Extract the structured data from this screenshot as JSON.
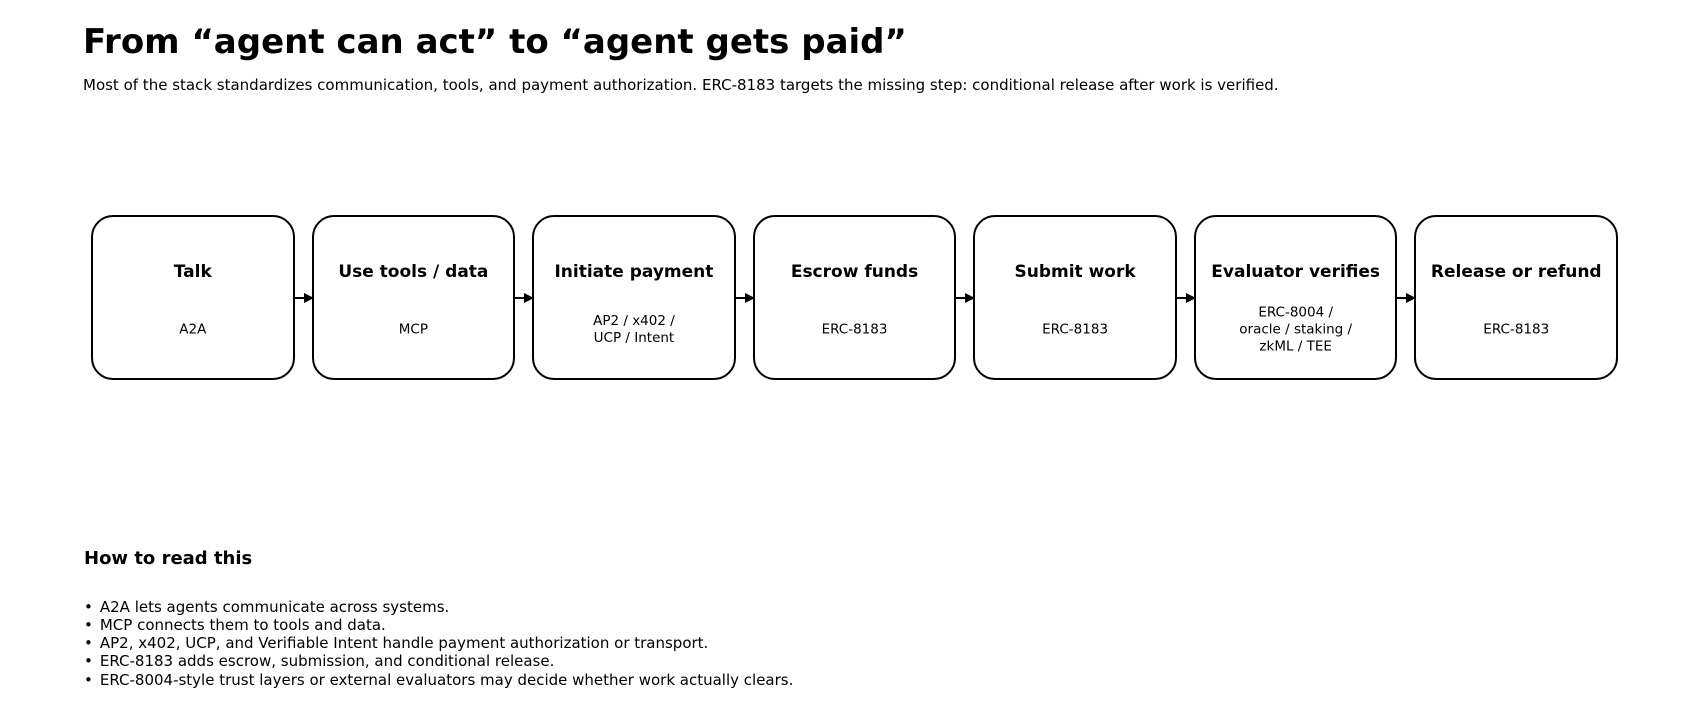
{
  "page": {
    "title": "From “agent can act” to “agent gets paid”",
    "subtitle": "Most of the stack standardizes communication, tools, and payment authorization. ERC-8183 targets the missing step: conditional release after work is verified."
  },
  "flow": {
    "steps": [
      {
        "label": "Talk",
        "detail": "A2A"
      },
      {
        "label": "Use tools / data",
        "detail": "MCP"
      },
      {
        "label": "Initiate payment",
        "detail": "AP2 / x402 /\nUCP / Intent"
      },
      {
        "label": "Escrow funds",
        "detail": "ERC-8183"
      },
      {
        "label": "Submit work",
        "detail": "ERC-8183"
      },
      {
        "label": "Evaluator verifies",
        "detail": "ERC-8004 /\noracle / staking /\nzkML / TEE"
      },
      {
        "label": "Release or refund",
        "detail": "ERC-8183"
      }
    ]
  },
  "legend": {
    "heading": "How to read this",
    "bullet_char": "•",
    "bullets": [
      "A2A lets agents communicate across systems.",
      "MCP connects them to tools and data.",
      "AP2, x402, UCP, and Verifiable Intent handle payment authorization or transport.",
      "ERC-8183 adds escrow, submission, and conditional release.",
      "ERC-8004-style trust layers or external evaluators may decide whether work actually clears."
    ]
  },
  "colors": {
    "background": "#ffffff",
    "text": "#000000",
    "border": "#000000"
  }
}
